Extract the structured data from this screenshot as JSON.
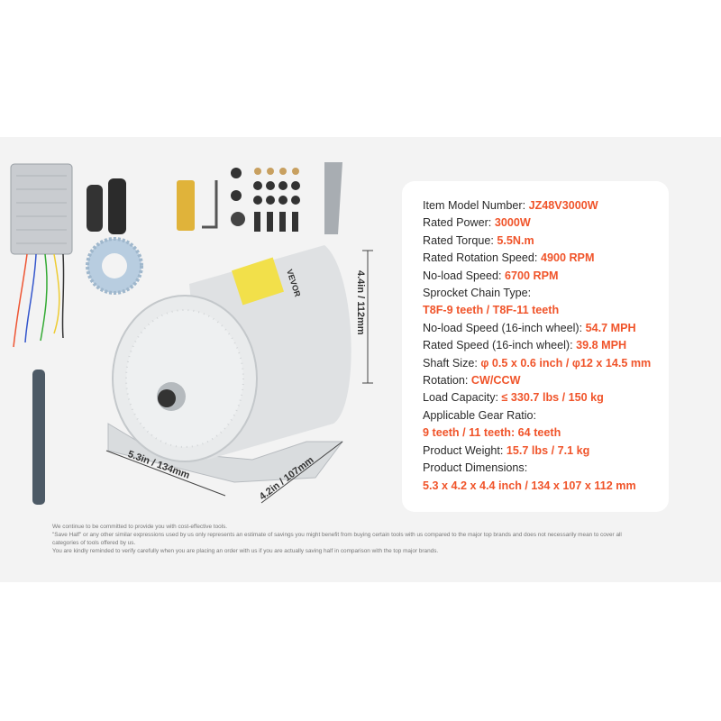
{
  "specs": [
    {
      "label": "Item Model Number: ",
      "value": "JZ48V3000W"
    },
    {
      "label": "Rated Power: ",
      "value": "3000W"
    },
    {
      "label": "Rated Torque: ",
      "value": "5.5N.m"
    },
    {
      "label": "Rated Rotation Speed: ",
      "value": "4900 RPM"
    },
    {
      "label": "No-load Speed: ",
      "value": "6700 RPM"
    },
    {
      "label": "Sprocket Chain Type:",
      "value": ""
    },
    {
      "label": "",
      "value": "T8F-9 teeth / T8F-11 teeth"
    },
    {
      "label": "No-load Speed (16-inch wheel): ",
      "value": "54.7 MPH"
    },
    {
      "label": "Rated Speed (16-inch wheel): ",
      "value": "39.8 MPH"
    },
    {
      "label": "Shaft Size: ",
      "value": "φ 0.5 x 0.6 inch / φ12 x 14.5 mm"
    },
    {
      "label": "Rotation: ",
      "value": "CW/CCW"
    },
    {
      "label": "Load Capacity: ",
      "value": "≤ 330.7 lbs / 150 kg"
    },
    {
      "label": "Applicable Gear Ratio:",
      "value": ""
    },
    {
      "label": "",
      "value": "9 teeth / 11 teeth: 64 teeth"
    },
    {
      "label": "Product Weight: ",
      "value": "15.7 lbs / 7.1 kg"
    },
    {
      "label": "Product Dimensions:",
      "value": ""
    },
    {
      "label": "",
      "value": "5.3 x 4.2 x 4.4 inch / 134 x 107 x 112 mm"
    }
  ],
  "dimensions": {
    "length": "5.3in / 134mm",
    "width": "4.2in / 107mm",
    "height": "4.4in / 112mm"
  },
  "brand_logo": "VEVOR",
  "disclaimer": [
    "We continue to be committed to provide you with cost-effective tools.",
    "\"Save Half\" or any other similar expressions used by us only represents an estimate of savings you might benefit from buying certain tools with us compared to the major top brands and does not necessarily mean to cover all categories of tools offered by us.",
    "You are kindly reminded to verify carefully when you are placing an order with us if you are actually saving half in comparison with the top major brands."
  ],
  "colors": {
    "accent": "#f0542a",
    "band": "#f3f3f3"
  }
}
